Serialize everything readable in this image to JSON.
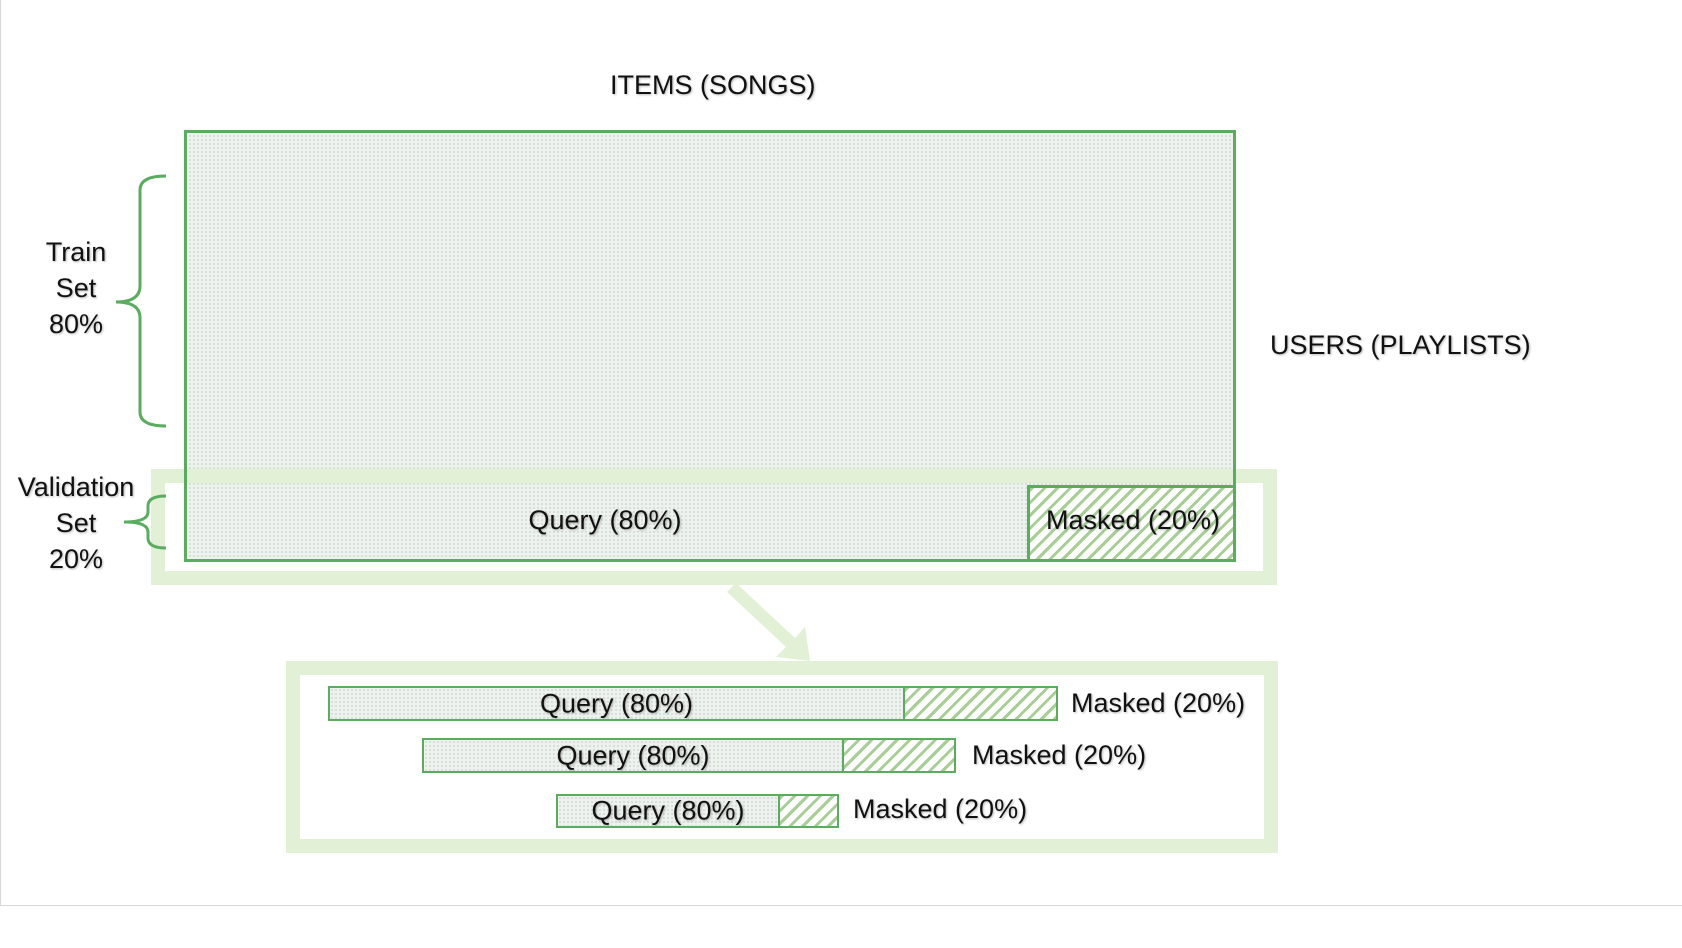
{
  "diagram": {
    "items_label": "ITEMS (SONGS)",
    "users_label": "USERS (PLAYLISTS)",
    "train_set": {
      "line1": "Train",
      "line2": "Set",
      "line3": "80%"
    },
    "validation_set": {
      "line1": "Validation",
      "line2": "Set",
      "line3": "20%"
    },
    "main_query_label": "Query (80%)",
    "main_masked_label": "Masked (20%)",
    "rows": [
      {
        "query_label": "Query (80%)",
        "masked_label": "Masked (20%)"
      },
      {
        "query_label": "Query (80%)",
        "masked_label": "Masked (20%)"
      },
      {
        "query_label": "Query (80%)",
        "masked_label": "Masked (20%)"
      }
    ],
    "colors": {
      "border_green": "#5aac5e",
      "light_green": "#e2f0d6",
      "hatch_green": "#a7cf95",
      "dot_fill": "#eef2ee"
    }
  }
}
